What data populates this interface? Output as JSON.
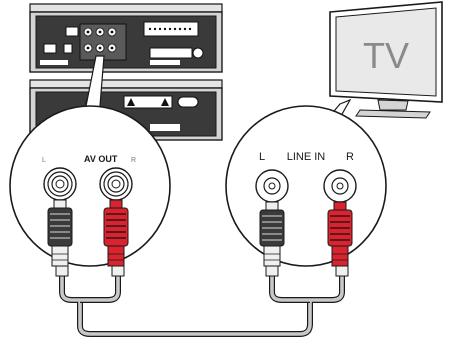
{
  "tv": {
    "label": "TV"
  },
  "player": {
    "output_label": "AV OUT",
    "left_mark": "L",
    "right_mark": "R"
  },
  "tv_input": {
    "left_mark": "L",
    "input_label": "LINE IN",
    "right_mark": "R"
  },
  "colors": {
    "outline": "#1a1a1a",
    "device_fill": "#d4d4d4",
    "rear_panel": "#3a3a3a",
    "white_plug": "#f0f0f0",
    "red_plug": "#d9232e",
    "cable": "#c8c8c8",
    "tv_screen": "#e9e9e9"
  },
  "icons": [
    "device-stack-icon",
    "tv-icon",
    "rca-jack-icon",
    "rca-plug-icon"
  ]
}
